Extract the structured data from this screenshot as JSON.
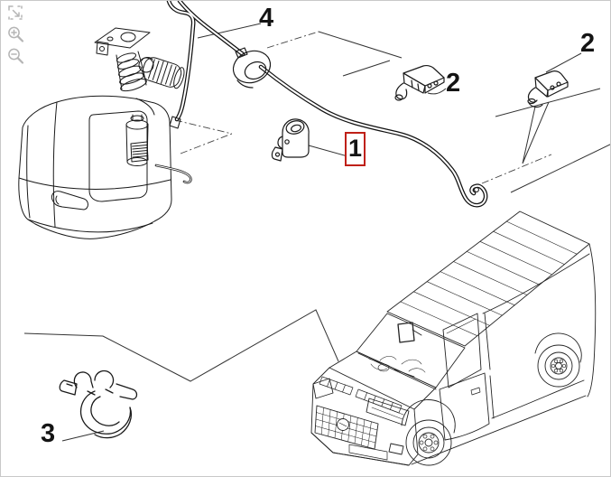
{
  "toolbar": {
    "icon_color": "#b5b5b5",
    "icons": [
      {
        "name": "fit-to-view"
      },
      {
        "name": "zoom-in"
      },
      {
        "name": "zoom-out"
      }
    ]
  },
  "diagram": {
    "background": "#ffffff",
    "line_color": "#1a1a1a",
    "highlight_color": "#bf2017",
    "callouts": [
      {
        "label": "1",
        "highlighted": true
      },
      {
        "label": "2",
        "highlighted": false
      },
      {
        "label": "2",
        "highlighted": false
      },
      {
        "label": "3",
        "highlighted": false
      },
      {
        "label": "4",
        "highlighted": false
      }
    ]
  }
}
